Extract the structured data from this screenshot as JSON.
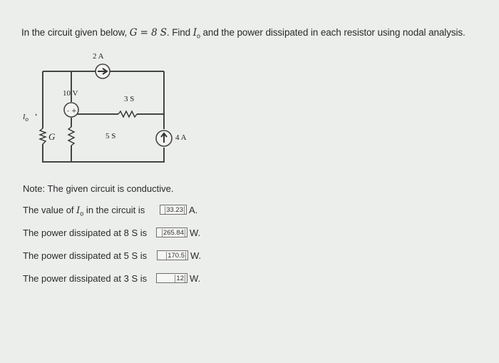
{
  "question": {
    "text_before": "In the circuit given below, ",
    "g_expr": "G = 8 S",
    "text_mid": ". Find ",
    "io_var": "I",
    "io_sub": "o",
    "text_after": " and the power dissipated in each resistor using nodal analysis."
  },
  "circuit": {
    "labels": {
      "current_2a": "2 A",
      "voltage_10v": "10 V",
      "cond_3s": "3 S",
      "cond_5s": "5 S",
      "current_4a": "4 A",
      "cond_g": "G",
      "io_arrow_label": "I",
      "io_arrow_sub": "o"
    }
  },
  "note": "Note: The given circuit is conductive.",
  "answers": [
    {
      "prefix": "The value of ",
      "var": "I",
      "sub": "o",
      "suffix": " in the circuit is",
      "value": "33.23",
      "unit": "A."
    },
    {
      "prefix": "The power dissipated at 8 S is",
      "value": "265.84",
      "unit": "W."
    },
    {
      "prefix": "The power dissipated at 5 S is",
      "value": "170.5",
      "unit": "W."
    },
    {
      "prefix": "The power dissipated at 3 S is",
      "value": "12",
      "unit": "W."
    }
  ]
}
